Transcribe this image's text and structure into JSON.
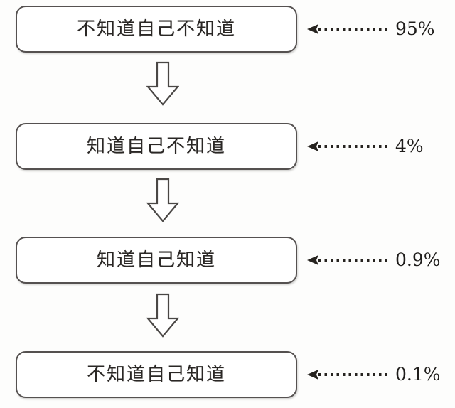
{
  "diagram": {
    "type": "flow-chart-vertical",
    "title": "",
    "background_color": "#fdfdfc",
    "box_border_color": "#555150",
    "text_color": "#2a2725",
    "nodes": [
      {
        "label": "不知道自己不知道",
        "percent": "95%"
      },
      {
        "label": "知道自己不知道",
        "percent": "4%"
      },
      {
        "label": "知道自己知道",
        "percent": "0.9%"
      },
      {
        "label": "不知道自己知道",
        "percent": "0.1%"
      }
    ],
    "connectors": [
      {
        "from": "不知道自己不知道",
        "to": "知道自己不知道",
        "shape": "down-block-arrow"
      },
      {
        "from": "知道自己不知道",
        "to": "知道自己知道",
        "shape": "down-block-arrow"
      },
      {
        "from": "知道自己知道",
        "to": "不知道自己知道",
        "shape": "down-block-arrow"
      }
    ],
    "callouts": [
      {
        "style": "dotted-arrow-left",
        "target": "不知道自己不知道",
        "value": "95%"
      },
      {
        "style": "dotted-arrow-left",
        "target": "知道自己不知道",
        "value": "4%"
      },
      {
        "style": "dotted-arrow-left",
        "target": "知道自己知道",
        "value": "0.9%"
      },
      {
        "style": "dotted-arrow-left",
        "target": "不知道自己知道",
        "value": "0.1%"
      }
    ]
  }
}
